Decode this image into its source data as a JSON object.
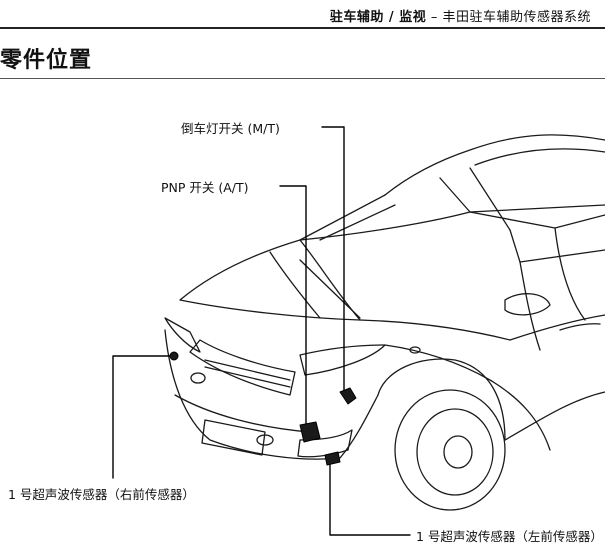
{
  "header": {
    "system_bold": "驻车辅助 / 监视",
    "separator": "–",
    "system_name": "丰田驻车辅助传感器系统"
  },
  "section": {
    "title": "零件位置"
  },
  "figure": {
    "callouts": {
      "backup_switch": "倒车灯开关 (M/T)",
      "pnp_switch": "PNP 开关 (A/T)",
      "sensor_right": "1 号超声波传感器（右前传感器）",
      "sensor_left": "1 号超声波传感器（左前传感器）"
    }
  },
  "colors": {
    "ink": "#111111",
    "paper": "#ffffff"
  }
}
